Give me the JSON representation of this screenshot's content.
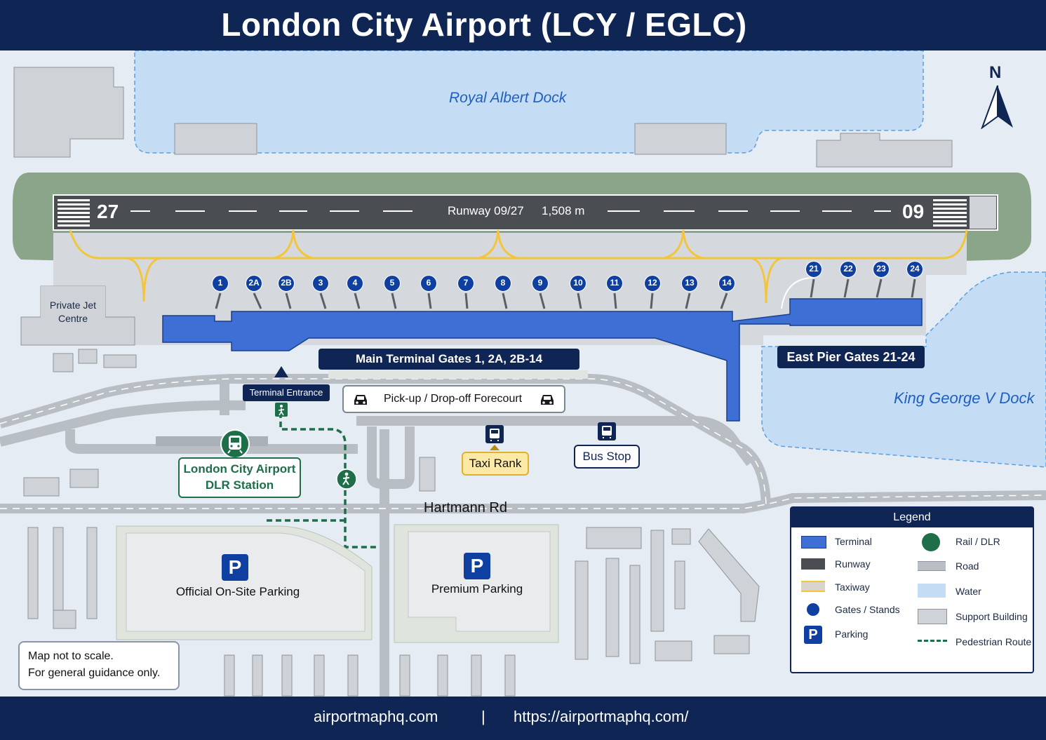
{
  "header": {
    "title": "London City Airport (LCY / EGLC)"
  },
  "water": {
    "north": "Royal Albert Dock",
    "east": "King George V Dock"
  },
  "runway": {
    "label": "Runway 09/27",
    "length": "1,508 m",
    "west_designator": "27",
    "east_designator": "09"
  },
  "compass": {
    "north_label": "N"
  },
  "buildings": {
    "private_jet": "Private Jet Centre"
  },
  "gates": {
    "main": [
      "1",
      "2A",
      "2B",
      "3",
      "4",
      "5",
      "6",
      "7",
      "8",
      "9",
      "10",
      "11",
      "12",
      "13",
      "14"
    ],
    "east": [
      "21",
      "22",
      "23",
      "24"
    ]
  },
  "labels": {
    "main_terminal": "Main Terminal Gates 1, 2A, 2B-14",
    "east_pier": "East Pier Gates 21-24",
    "terminal_entrance": "Terminal Entrance",
    "forecourt": "Pick-up / Drop-off Forecourt",
    "taxi": "Taxi Rank",
    "bus": "Bus Stop",
    "dlr_line1": "London City Airport",
    "dlr_line2": "DLR Station",
    "road": "Hartmann Rd",
    "official_parking": "Official On-Site Parking",
    "premium_parking": "Premium Parking",
    "parking_symbol": "P"
  },
  "legend": {
    "title": "Legend",
    "items": [
      "Terminal",
      "Runway",
      "Taxiway",
      "Gates / Stands",
      "Parking",
      "Rail / DLR",
      "Road",
      "Water",
      "Support Building",
      "Pedestrian Route"
    ]
  },
  "note": {
    "line1": "Map not to scale.",
    "line2": "For general guidance only."
  },
  "footer": {
    "site": "airportmaphq.com",
    "separator": "|",
    "url": "https://airportmaphq.com/"
  },
  "colors": {
    "navy": "#0f2554",
    "terminal": "#3e6fd4",
    "water": "#c4dcf4",
    "grass": "#8aa58a",
    "taxiway": "#f2c53d",
    "building": "#cfd2d6",
    "dlr_green": "#1e6e4a",
    "runway": "#4a4d52"
  }
}
